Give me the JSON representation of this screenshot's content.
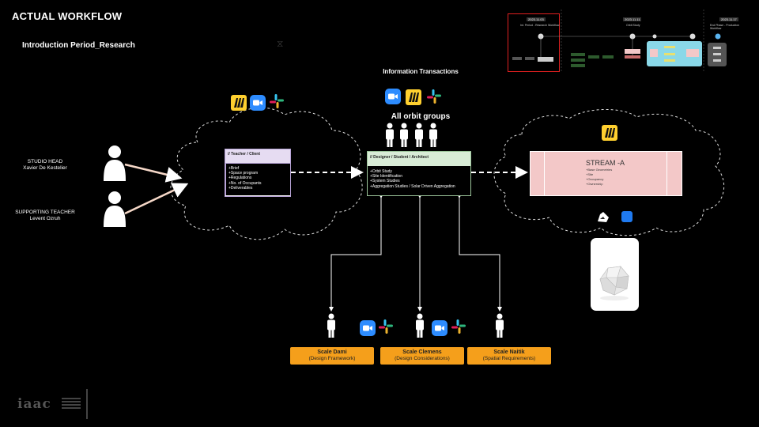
{
  "header": {
    "title": "ACTUAL WORKFLOW",
    "subtitle": "Introduction Period_Research"
  },
  "left": {
    "studio_head_role": "STUDIO HEAD",
    "studio_head_name": "Xavier De Kestelier",
    "supporting_role": "SUPPORTING TEACHER",
    "supporting_name": "Levent Ozruh"
  },
  "center": {
    "info_title": "Information Transactions",
    "orbit_title": "All orbit groups"
  },
  "teacher_box": {
    "header": "// Teacher / Client",
    "items": [
      "+Brief",
      "+Space program",
      "+Regulations",
      "+No. of Occupants",
      "+Deliverables"
    ]
  },
  "designer_box": {
    "header": "// Designer / Student / Architect",
    "items": [
      "+Orbit Study",
      "+Site Identification",
      "+System Studies",
      "+Aggregation Studies / Solar Driven Aggregation"
    ]
  },
  "stream_box": {
    "title": "STREAM -A",
    "items": [
      "+Base Geometries",
      "+Site",
      "+Occupancy",
      "+Ownership"
    ]
  },
  "scales": [
    {
      "name": "Scale Dami",
      "desc": "(Design Framework)"
    },
    {
      "name": "Scale Clemens",
      "desc": "(Design Considerations)"
    },
    {
      "name": "Scale Naitik",
      "desc": "(Spatial Requirements)"
    }
  ],
  "mini_workflow": {
    "dates": [
      "2023.11.03",
      "2023.11.11",
      "2023.11.17"
    ],
    "notes": [
      "Int. Period - Research Workflow",
      "Orbit Study",
      "End Phase - Production Workflow"
    ]
  },
  "logo": {
    "text": "iaac"
  },
  "icons": [
    "person-icon",
    "miro-icon",
    "zoom-icon",
    "slack-icon",
    "rhino-icon",
    "blue-app-icon",
    "geometry-render"
  ],
  "colors": {
    "background": "#000000",
    "scale_orange": "#f59f1b",
    "stream_pink": "#f3c8c8",
    "designer_green": "#d8ebd6",
    "teacher_purple": "#e6dcf2",
    "zoom_blue": "#2d8cff",
    "miro_yellow": "#ffd02f"
  }
}
